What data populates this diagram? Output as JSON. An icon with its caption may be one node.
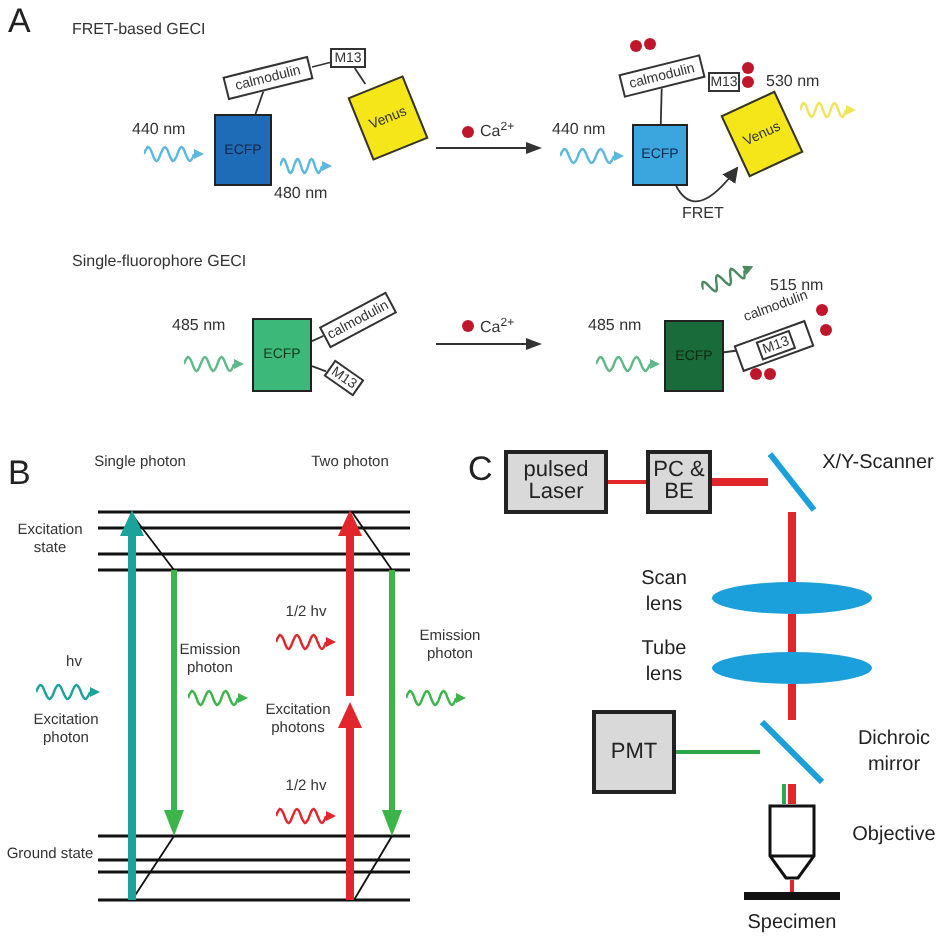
{
  "diagram": {
    "nodes": [
      {
        "text": [
          "ECFP"
        ]
      },
      {
        "text": [
          "calmodulin"
        ]
      },
      {
        "text": [
          "M13"
        ]
      },
      {
        "text": [
          "Venus"
        ]
      },
      {
        "text": [
          "ECFP"
        ]
      },
      {
        "text": [
          "calmodulin"
        ]
      },
      {
        "text": [
          "M13"
        ]
      },
      {
        "text": [
          "Venus"
        ]
      },
      {
        "text": [
          "ECFP"
        ]
      },
      {
        "text": [
          "calmodulin"
        ]
      },
      {
        "text": [
          "M13"
        ]
      },
      {
        "text": [
          "ECFP"
        ]
      },
      {
        "text": [
          "calmodulin"
        ]
      },
      {
        "text": [
          "M13"
        ],
        "in": 12
      },
      {
        "text": [
          "pulsed Laser"
        ]
      },
      {
        "text": [
          "PC & BE"
        ]
      },
      {
        "text": [],
        "shape": "mirror",
        "beside": [
          "X/Y-Scanner"
        ]
      },
      {
        "text": [],
        "shape": "lens",
        "beside": [
          "Scan lens"
        ]
      },
      {
        "text": [],
        "shape": "lens",
        "beside": [
          "Tube lens"
        ]
      },
      {
        "text": [],
        "shape": "mirror",
        "beside": [
          "Dichroic mirror"
        ]
      },
      {
        "text": [
          "PMT"
        ]
      },
      {
        "text": [],
        "shape": "objective",
        "beside": [
          "Objective"
        ]
      },
      {
        "text": [],
        "shape": "bar",
        "beside": [
          "Specimen"
        ]
      }
    ],
    "edges": [
      {
        "from": 0,
        "to": 1,
        "arrow": "none"
      },
      {
        "from": 1,
        "to": 2,
        "arrow": "none"
      },
      {
        "from": 2,
        "to": 3,
        "arrow": "none"
      },
      {
        "from": 4,
        "to": 5,
        "arrow": "none"
      },
      {
        "from": 4,
        "to": 7,
        "arrow": "to",
        "label": "FRET"
      },
      {
        "from": 8,
        "to": 9,
        "arrow": "none"
      },
      {
        "from": 8,
        "to": 10,
        "arrow": "none"
      },
      {
        "from": 11,
        "to": 12,
        "arrow": "none"
      },
      {
        "from": 14,
        "to": 15,
        "arrow": "none",
        "color": "#e3262b"
      },
      {
        "from": 15,
        "to": 16,
        "arrow": "none",
        "style": "thick",
        "color": "#e3262b"
      },
      {
        "from": 16,
        "to": 17,
        "arrow": "none",
        "style": "thick",
        "color": "#e3262b"
      },
      {
        "from": 17,
        "to": 18,
        "arrow": "none",
        "style": "thick",
        "color": "#e3262b"
      },
      {
        "from": 18,
        "to": 19,
        "arrow": "none",
        "style": "thick",
        "color": "#e3262b"
      },
      {
        "from": 19,
        "to": 21,
        "arrow": "none",
        "style": "thick",
        "color": "#e3262b"
      },
      {
        "from": 21,
        "to": 22,
        "arrow": "none",
        "color": "#e3262b"
      },
      {
        "from": 21,
        "to": 19,
        "arrow": "none",
        "color": "#2aa84a"
      },
      {
        "from": 19,
        "to": 20,
        "arrow": "none",
        "color": "#2aa84a"
      }
    ],
    "labels": [
      "A",
      "FRET-based GECI",
      "530 nm",
      "440 nm",
      "Ca$^{2+}$",
      "440 nm",
      "480 nm",
      "Single-fluorophore GECI",
      "515 nm",
      "485 nm",
      "Ca$^{2+}$",
      "485 nm",
      "B",
      "Single photon",
      "Two photon",
      "C",
      "Excitation state",
      "1/2 hv",
      "Emission photon",
      "Emission photon",
      "hv",
      "Excitation photon",
      "Excitation photons",
      "1/2 hv",
      "Ground state"
    ]
  }
}
